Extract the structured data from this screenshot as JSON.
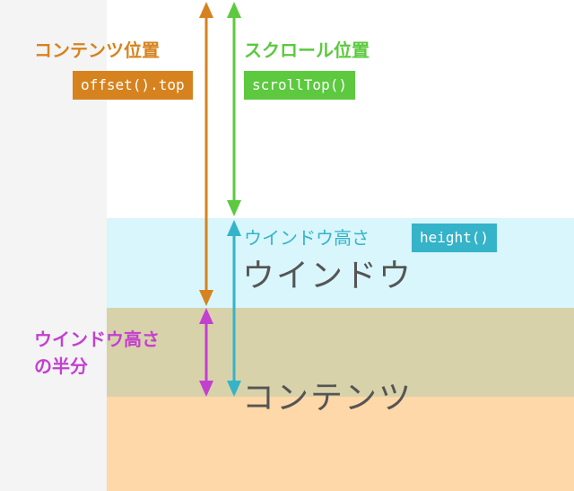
{
  "labels": {
    "content_position": "コンテンツ位置",
    "content_position_api": "offset().top",
    "scroll_position": "スクロール位置",
    "scroll_position_api": "scrollTop()",
    "window_height": "ウインドウ高さ",
    "window_height_api": "height()",
    "half_window_height_line1": "ウインドウ高さ",
    "half_window_height_line2": "の半分",
    "window": "ウインドウ",
    "content": "コンテンツ"
  },
  "colors": {
    "orange": "#d6831f",
    "green": "#5cc93f",
    "cyan": "#35b3c9",
    "magenta": "#c340cf",
    "window_bg": "#d8f6fc",
    "content_bg": "#fed8a8",
    "overlap_bg": "#d8d2aa",
    "margin_bg": "#f4f4f4"
  }
}
